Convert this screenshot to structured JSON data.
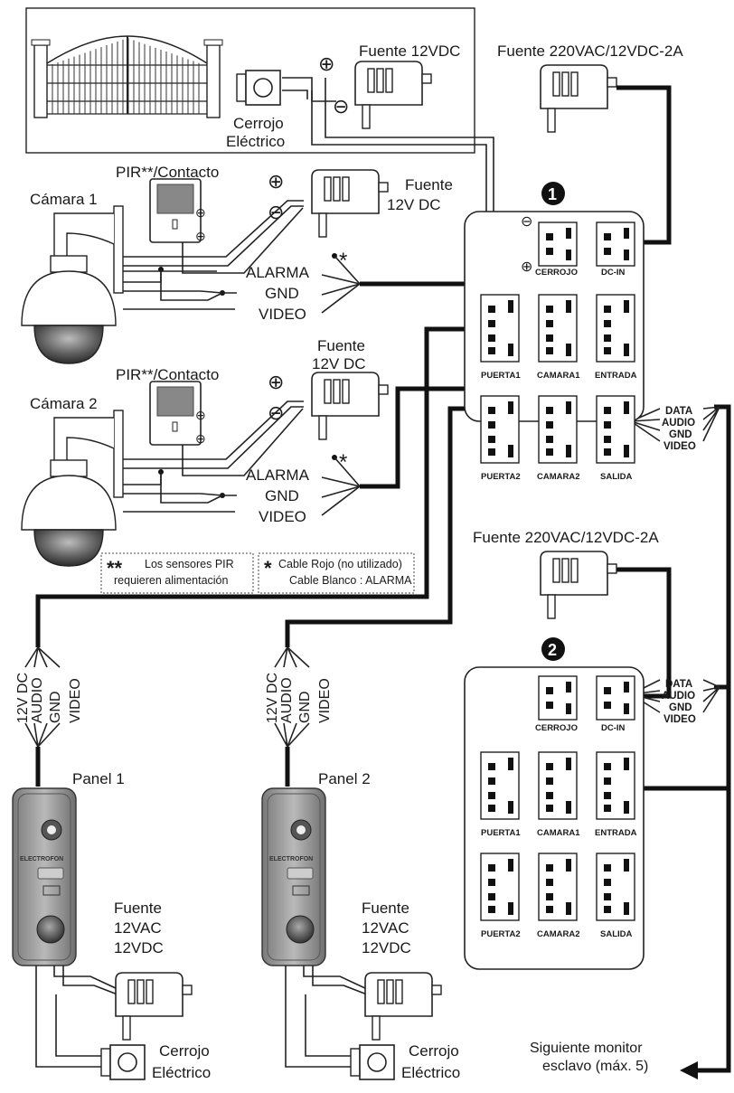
{
  "labels": {
    "fuente_12vdc_top": "Fuente 12VDC",
    "fuente_220_1": "Fuente 220VAC/12VDC-2A",
    "fuente_220_2": "Fuente 220VAC/12VDC-2A",
    "cerrojo_top_1": "Cerrojo",
    "cerrojo_top_2": "Eléctrico",
    "pir1": "PIR**/Contacto",
    "pir2": "PIR**/Contacto",
    "camara1": "Cámara 1",
    "camara2": "Cámara 2",
    "fuente_cam1_a": "Fuente",
    "fuente_cam1_b": "12V DC",
    "fuente_cam2_a": "Fuente",
    "fuente_cam2_b": "12V DC",
    "alarma": "ALARMA",
    "gnd": "GND",
    "video": "VIDEO",
    "asterisk": "*",
    "monitor1_num": "1",
    "monitor2_num": "2",
    "panel1": "Panel 1",
    "panel2": "Panel 2",
    "fuente_panel_a": "Fuente",
    "fuente_panel_b": "12VAC",
    "fuente_panel_c": "12VDC",
    "cerrojo_bottom_1": "Cerrojo",
    "cerrojo_bottom_2": "Eléctrico",
    "siguiente_1": "Siguiente monitor",
    "siguiente_2": "esclavo (máx. 5)",
    "panel_brand": "ELECTROFON"
  },
  "notes": {
    "pir_mark": "**",
    "pir_line1": "Los sensores PIR",
    "pir_line2": "requieren alimentación",
    "cable_mark": "*",
    "cable_line1": "Cable Rojo (no utilizado)",
    "cable_line2": "Cable Blanco : ALARMA"
  },
  "panel_wires": [
    "12V DC",
    "AUDIO",
    "GND",
    "VIDEO"
  ],
  "salida_signals": [
    "DATA",
    "AUDIO",
    "GND",
    "VIDEO"
  ],
  "connectors": {
    "cerrojo": "CERROJO",
    "dc_in": "DC-IN",
    "puerta1": "PUERTA1",
    "camara1": "CAMARA1",
    "entrada": "ENTRADA",
    "puerta2": "PUERTA2",
    "camara2": "CAMARA2",
    "salida": "SALIDA"
  },
  "symbols": {
    "plus": "⊕",
    "minus": "⊖"
  }
}
